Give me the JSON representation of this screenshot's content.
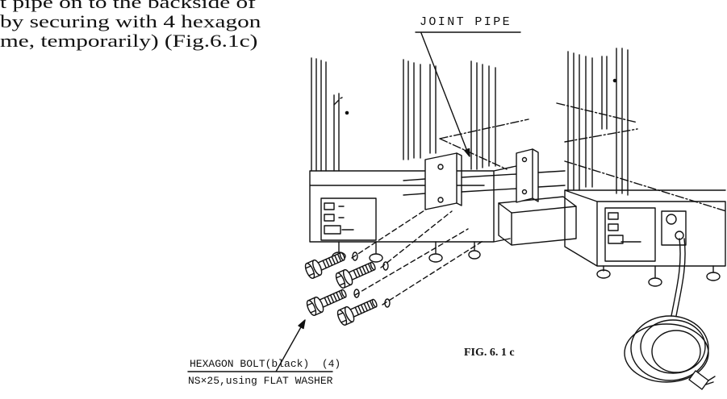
{
  "page": {
    "background": "#ffffff",
    "ink": "#111111"
  },
  "body_text": {
    "lines": [
      "t pipe on to the backside of",
      "by securing with 4 hexagon",
      "me, temporarily) (Fig.6.1c)"
    ]
  },
  "figure": {
    "joint_pipe_label": "JOINT PIPE",
    "bolt_label": {
      "line1": "HEXAGON BOLT(black)  (4)",
      "line2": "NS×25,using FLAT WASHER"
    },
    "caption": "FIG. 6. 1 c"
  }
}
